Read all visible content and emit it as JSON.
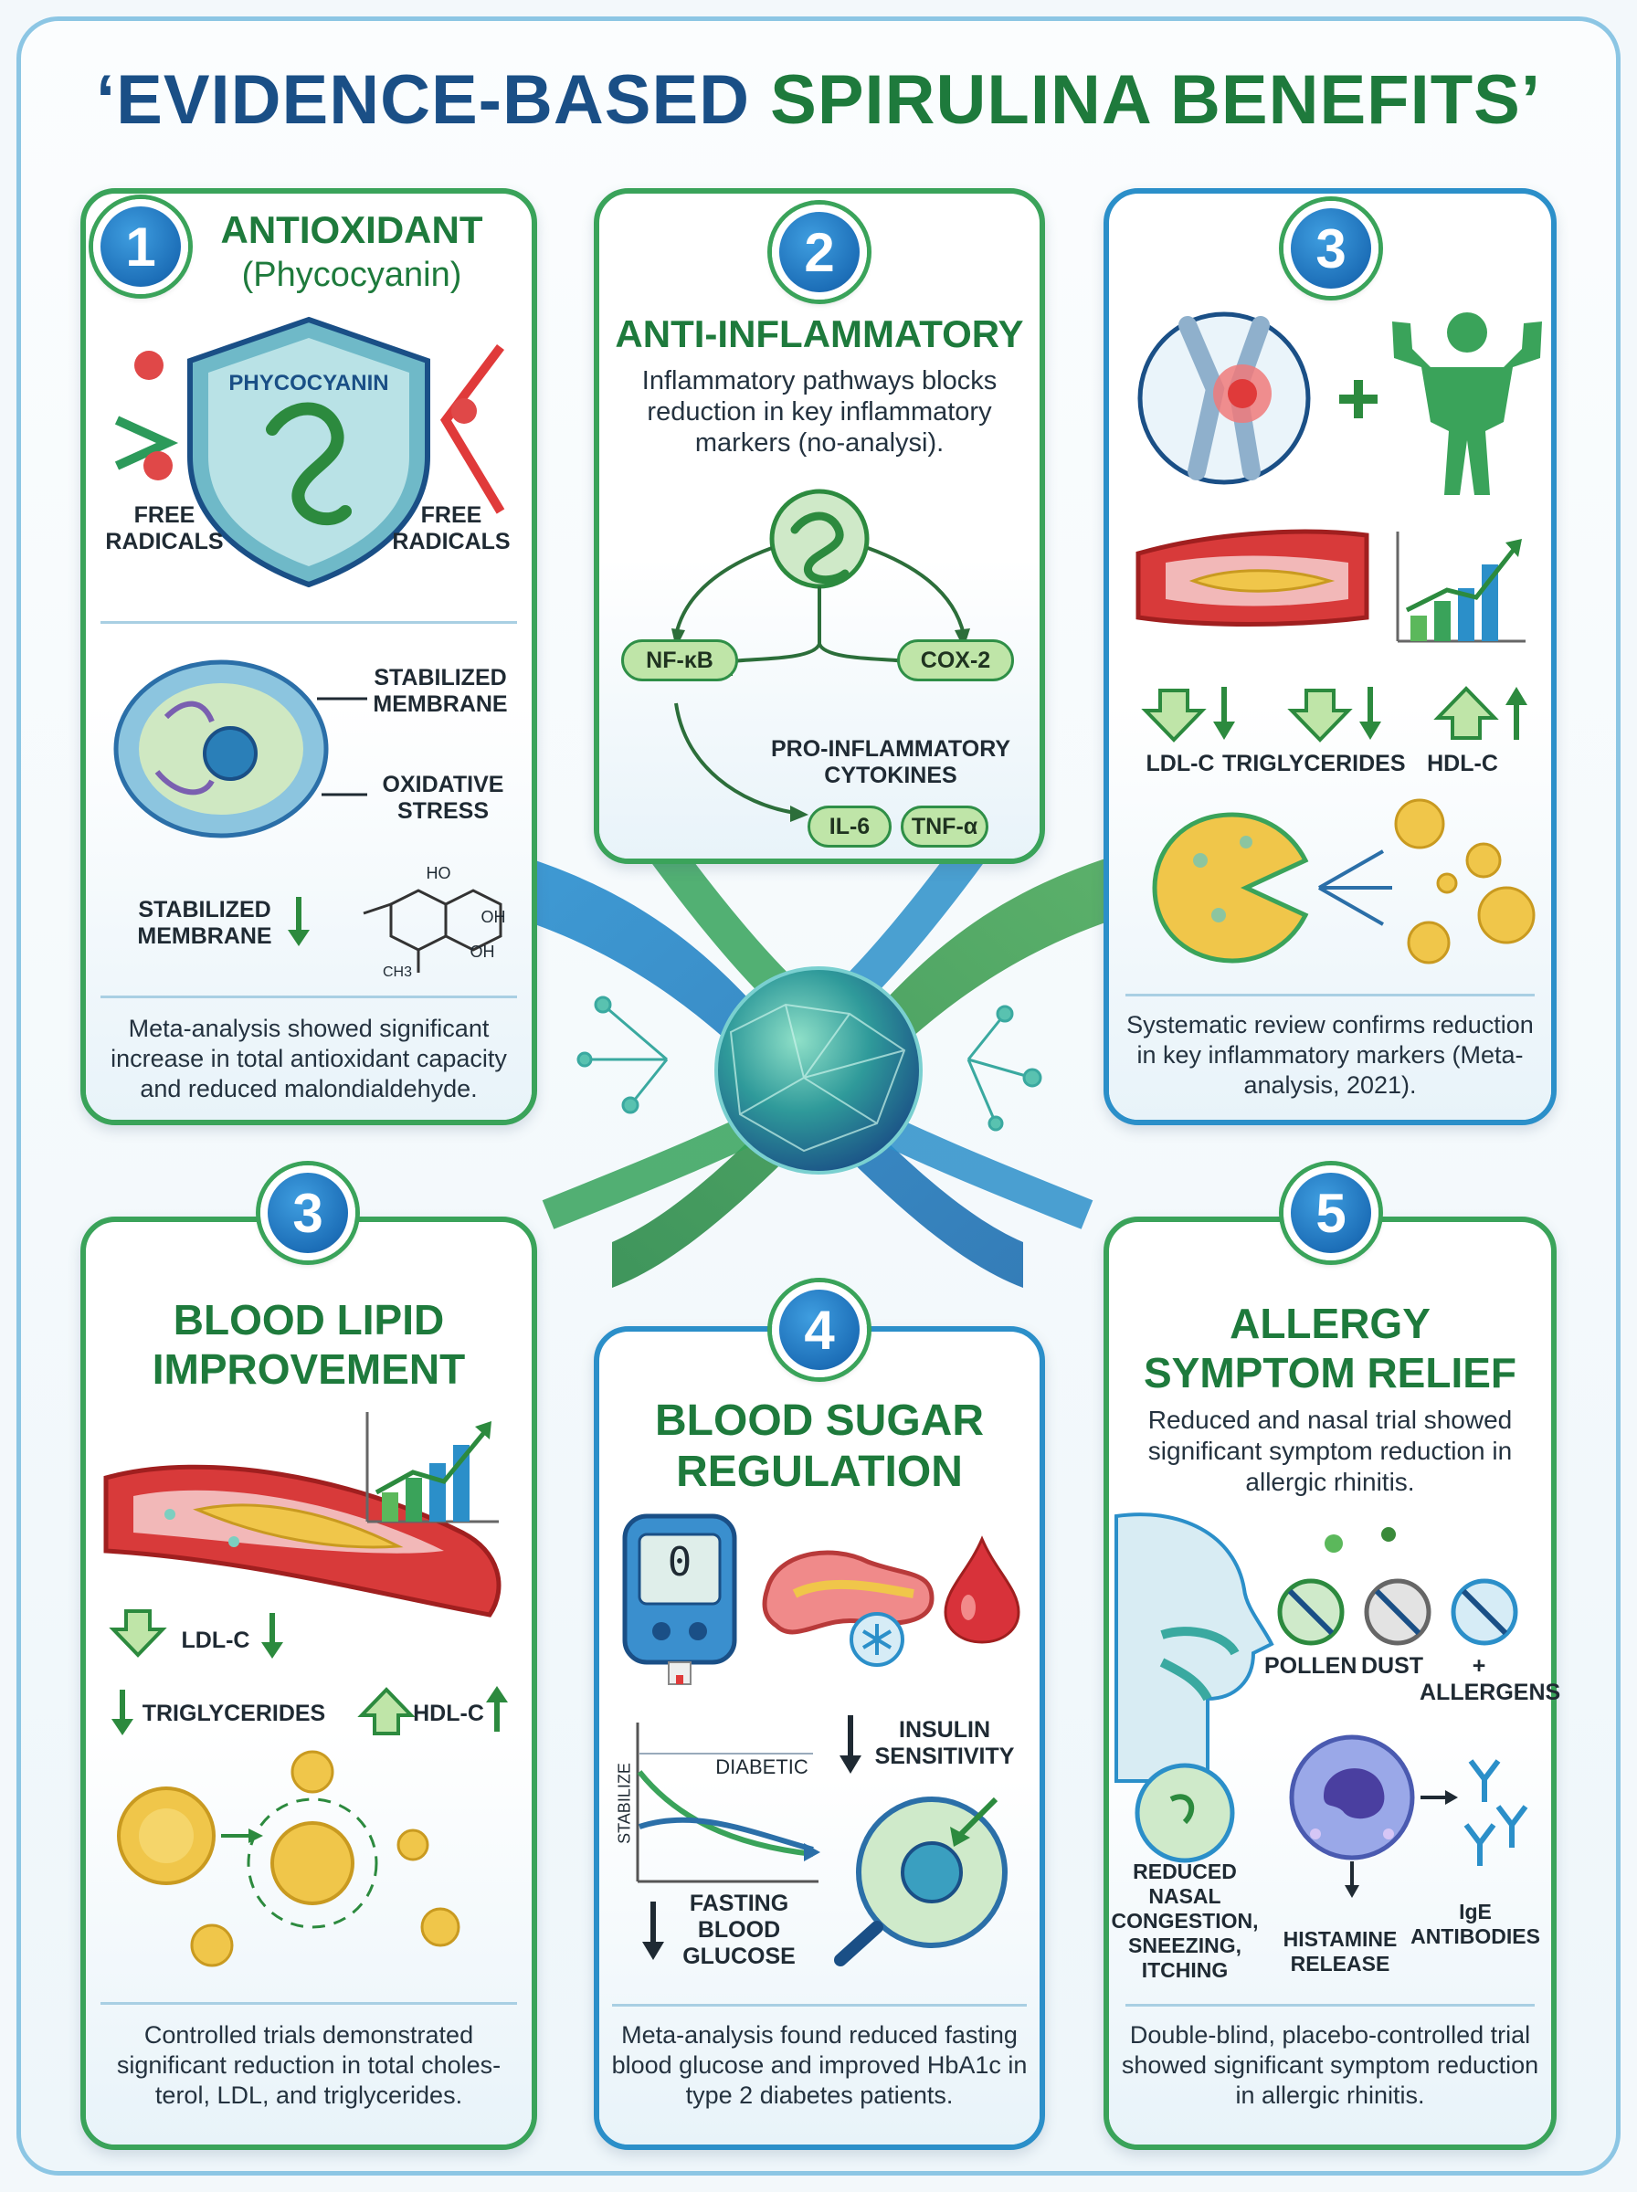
{
  "title": {
    "part1": "‘EVIDENCE-BASED ",
    "part2": "SPIRULINA BENEFITS’"
  },
  "card1": {
    "number": "1",
    "title": "ANTIOXIDANT",
    "subtitle": "(Phycocyanin)",
    "shield_label": "PHYCOCYANIN",
    "free_radicals_left": "FREE\nRADICALS",
    "free_radicals_right": "FREE\nRADICALS",
    "stabilized_membrane_top": "STABILIZED\nMEMBRANE",
    "oxidative_stress": "OXIDATIVE\nSTRESS",
    "stabilized_membrane_bottom": "STABILIZED\nMEMBRANE",
    "molecule_ho": "HO",
    "molecule_oh1": "OH",
    "molecule_oh2": "OH",
    "molecule_ch3": "CH3",
    "caption": "Meta-analysis showed significant increase in total antioxidant capacity and reduced malondialdehyde."
  },
  "card2": {
    "number": "2",
    "title": "ANTI-INFLAMMATORY",
    "text": "Inflammatory pathways blocks reduction in key inflammatory markers (no-analysi).",
    "nfkb": "NF-κB",
    "cox2": "COX-2",
    "cytokines": "PRO-INFLAMMATORY\nCYTOKINES",
    "il6": "IL-6",
    "tnfa": "TNF-α"
  },
  "card3": {
    "number": "3",
    "ldl": "LDL-C",
    "trig": "TRIGLYCERIDES",
    "hdl": "HDL-C",
    "caption": "Systematic review confirms reduction in key inflammatory markers (Meta-analysis, 2021)."
  },
  "card4": {
    "number": "3",
    "title": "BLOOD LIPID\nIMPROVEMENT",
    "ldl": "LDL-C",
    "trig": "TRIGLYCERIDES",
    "hdl": "HDL-C",
    "caption": "Controlled trials demonstrated significant reduction in total choles-terol, LDL, and triglycerides."
  },
  "card5": {
    "number": "4",
    "title": "BLOOD SUGAR\nREGULATION",
    "meter_value": "0",
    "insulin": "INSULIN\nSENSITIVITY",
    "stabilize": "STABILIZE",
    "diabetic": "DIABETIC",
    "fasting": "FASTING\nBLOOD\nGLUCOSE",
    "caption": "Meta-analysis found reduced fasting blood glucose and improved HbA1c in type 2 diabetes patients."
  },
  "card6": {
    "number": "5",
    "title": "ALLERGY\nSYMPTOM RELIEF",
    "text": "Reduced and nasal trial showed significant symptom reduction in allergic rhinitis.",
    "pollen": "POLLEN",
    "dust": "DUST",
    "allergens": "+\nALLERGENS",
    "reduced": "REDUCED\nNASAL\nCONGESTION,\nSNEEZING,\nITCHING",
    "histamine": "HISTAMINE\nRELEASE",
    "ige": "IgE\nANTIBODIES",
    "caption": "Double-blind, placebo-controlled trial showed significant symptom reduction in allergic rhinitis."
  },
  "colors": {
    "green": "#1e7a3c",
    "blue": "#1a4f86",
    "border_green": "#3aa35a",
    "border_blue": "#2b8fc9"
  }
}
